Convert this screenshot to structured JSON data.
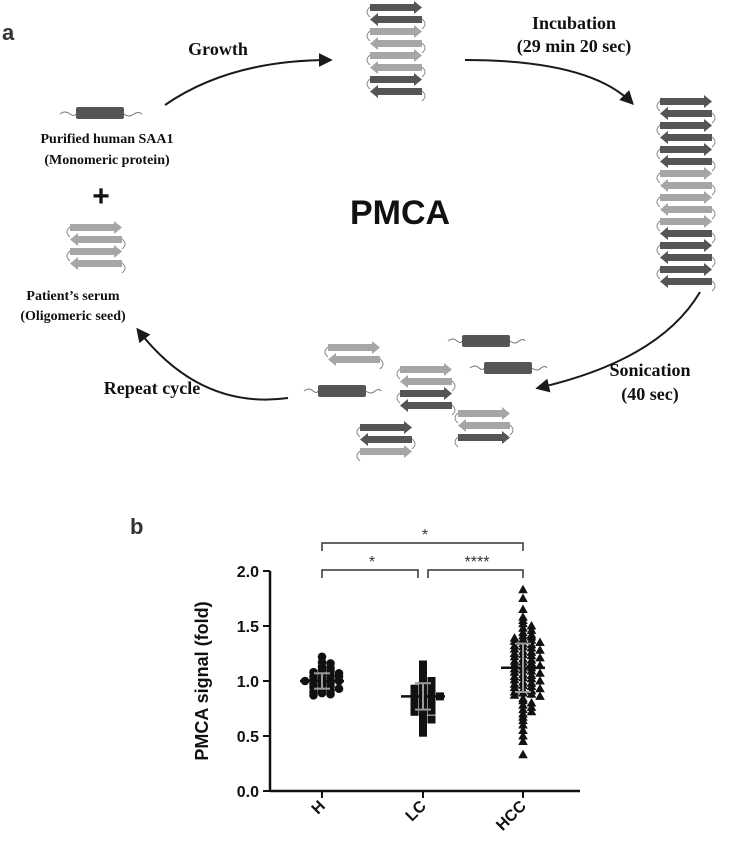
{
  "panel_a": {
    "letter": "a",
    "center_label": "PMCA",
    "monomer_label_1": "Purified human SAA1",
    "monomer_label_2": "(Monomeric protein)",
    "plus_sign": "+",
    "seed_label_1": "Patient’s serum",
    "seed_label_2": "(Oligomeric seed)",
    "growth_label": "Growth",
    "incubation_label_1": "Incubation",
    "incubation_label_2": "(29 min 20 sec)",
    "sonication_label_1": "Sonication",
    "sonication_label_2": "(40 sec)",
    "repeat_label": "Repeat cycle",
    "colors": {
      "dark_strand": "#555555",
      "light_strand": "#a6a6a6",
      "arrow": "#1a1a1a"
    }
  },
  "panel_b": {
    "letter": "b",
    "significance": [
      {
        "groups": [
          "H",
          "HCC"
        ],
        "label": "*"
      },
      {
        "groups": [
          "H",
          "LC"
        ],
        "label": "*"
      },
      {
        "groups": [
          "LC",
          "HCC"
        ],
        "label": "****"
      }
    ]
  },
  "chart_data": {
    "type": "scatter",
    "ylabel": "PMCA signal (fold)",
    "xlabel": "",
    "categories": [
      "H",
      "LC",
      "HCC"
    ],
    "ylim": [
      0,
      2.0
    ],
    "yticks": [
      0.0,
      0.5,
      1.0,
      1.5,
      2.0
    ],
    "ytick_labels": [
      "0.0",
      "0.5",
      "1.0",
      "1.5",
      "2.0"
    ],
    "series": [
      {
        "category": "H",
        "marker": "circle",
        "mean": 1.0,
        "sd": 0.07,
        "values": [
          1.22,
          1.17,
          1.16,
          1.13,
          1.12,
          1.1,
          1.09,
          1.08,
          1.07,
          1.06,
          1.05,
          1.04,
          1.04,
          1.03,
          1.02,
          1.01,
          1.0,
          1.0,
          0.99,
          0.98,
          0.97,
          0.96,
          0.95,
          0.94,
          0.93,
          0.92,
          0.91,
          0.9,
          0.89,
          0.88,
          0.87
        ]
      },
      {
        "category": "LC",
        "marker": "square",
        "mean": 0.86,
        "sd": 0.12,
        "values": [
          1.15,
          1.08,
          1.05,
          1.03,
          1.0,
          0.98,
          0.96,
          0.95,
          0.93,
          0.92,
          0.9,
          0.89,
          0.88,
          0.87,
          0.86,
          0.85,
          0.84,
          0.83,
          0.82,
          0.8,
          0.79,
          0.78,
          0.76,
          0.75,
          0.73,
          0.72,
          0.7,
          0.68,
          0.65,
          0.62,
          0.6,
          0.53
        ]
      },
      {
        "category": "HCC",
        "marker": "triangle",
        "mean": 1.12,
        "sd": 0.22,
        "values": [
          1.83,
          1.75,
          1.65,
          1.58,
          1.55,
          1.52,
          1.5,
          1.48,
          1.46,
          1.44,
          1.42,
          1.41,
          1.4,
          1.39,
          1.38,
          1.37,
          1.36,
          1.35,
          1.34,
          1.33,
          1.32,
          1.31,
          1.3,
          1.29,
          1.28,
          1.27,
          1.26,
          1.25,
          1.24,
          1.23,
          1.22,
          1.21,
          1.2,
          1.19,
          1.18,
          1.17,
          1.16,
          1.15,
          1.14,
          1.13,
          1.12,
          1.11,
          1.1,
          1.09,
          1.08,
          1.07,
          1.06,
          1.05,
          1.04,
          1.03,
          1.02,
          1.01,
          1.0,
          0.99,
          0.98,
          0.97,
          0.96,
          0.95,
          0.94,
          0.93,
          0.92,
          0.91,
          0.9,
          0.89,
          0.88,
          0.87,
          0.86,
          0.84,
          0.82,
          0.8,
          0.78,
          0.76,
          0.74,
          0.72,
          0.7,
          0.67,
          0.64,
          0.6,
          0.55,
          0.5,
          0.45,
          0.33
        ]
      }
    ]
  }
}
